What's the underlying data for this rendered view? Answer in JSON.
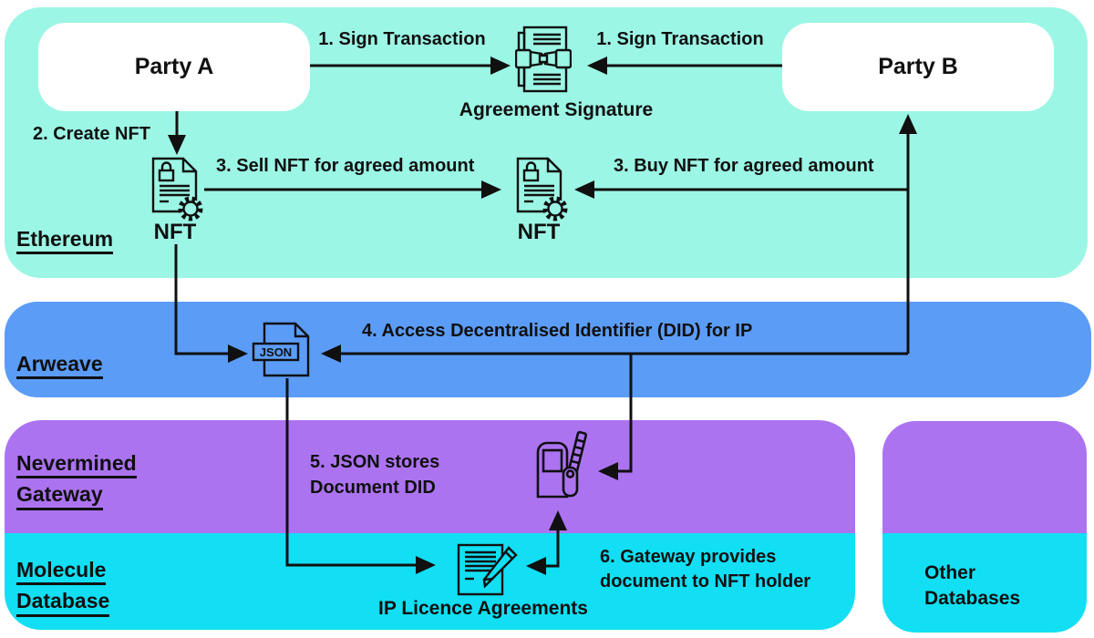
{
  "title": "NFT IP licence flow diagram",
  "colors": {
    "ethereum_band": "#9CF6E5",
    "arweave_band": "#5B9CF7",
    "gateway_band": "#AC73F1",
    "database_band": "#12DFF4",
    "node_box": "#FFFFFF",
    "ink": "#101010"
  },
  "bands": {
    "ethereum": {
      "label": "Ethereum"
    },
    "arweave": {
      "label": "Arweave"
    },
    "gateway": {
      "label_line1": "Nevermined",
      "label_line2": "Gateway"
    },
    "molecule": {
      "label_line1": "Molecule",
      "label_line2": "Database"
    },
    "other": {
      "label_line1": "Other",
      "label_line2": "Databases"
    }
  },
  "nodes": {
    "party_a": "Party A",
    "party_b": "Party B",
    "agreement": "Agreement Signature",
    "nft_left": "NFT",
    "nft_right": "NFT",
    "json_file": "JSON",
    "ip_licence": "IP Licence Agreements"
  },
  "steps": {
    "sign_left": "1. Sign Transaction",
    "sign_right": "1. Sign Transaction",
    "create_nft": "2. Create NFT",
    "sell_nft": "3. Sell NFT for agreed amount",
    "buy_nft": "3. Buy NFT for agreed amount",
    "access_did": "4. Access Decentralised Identifier (DID) for IP",
    "json_stores_line1": "5. JSON stores",
    "json_stores_line2": "Document DID",
    "gateway_provides_line1": "6. Gateway provides",
    "gateway_provides_line2": "document to NFT holder"
  }
}
